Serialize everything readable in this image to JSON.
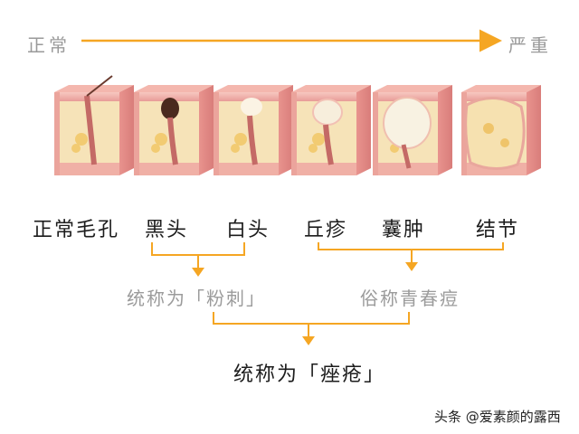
{
  "severity": {
    "start": "正常",
    "end": "严重",
    "accent": "#F5A623"
  },
  "stages": [
    {
      "label": "正常毛孔"
    },
    {
      "label": "黑头"
    },
    {
      "label": "白头"
    },
    {
      "label": "丘疹"
    },
    {
      "label": "囊肿"
    },
    {
      "label": "结节"
    }
  ],
  "groups": {
    "left": "统称为「粉刺」",
    "right": "俗称青春痘"
  },
  "final": "统称为「痤疮」",
  "watermark": "头条 @爱素颜的露西",
  "colors": {
    "skin": "#F2B8B0",
    "dermis": "#F6E3B8",
    "accent": "#F5A623"
  }
}
